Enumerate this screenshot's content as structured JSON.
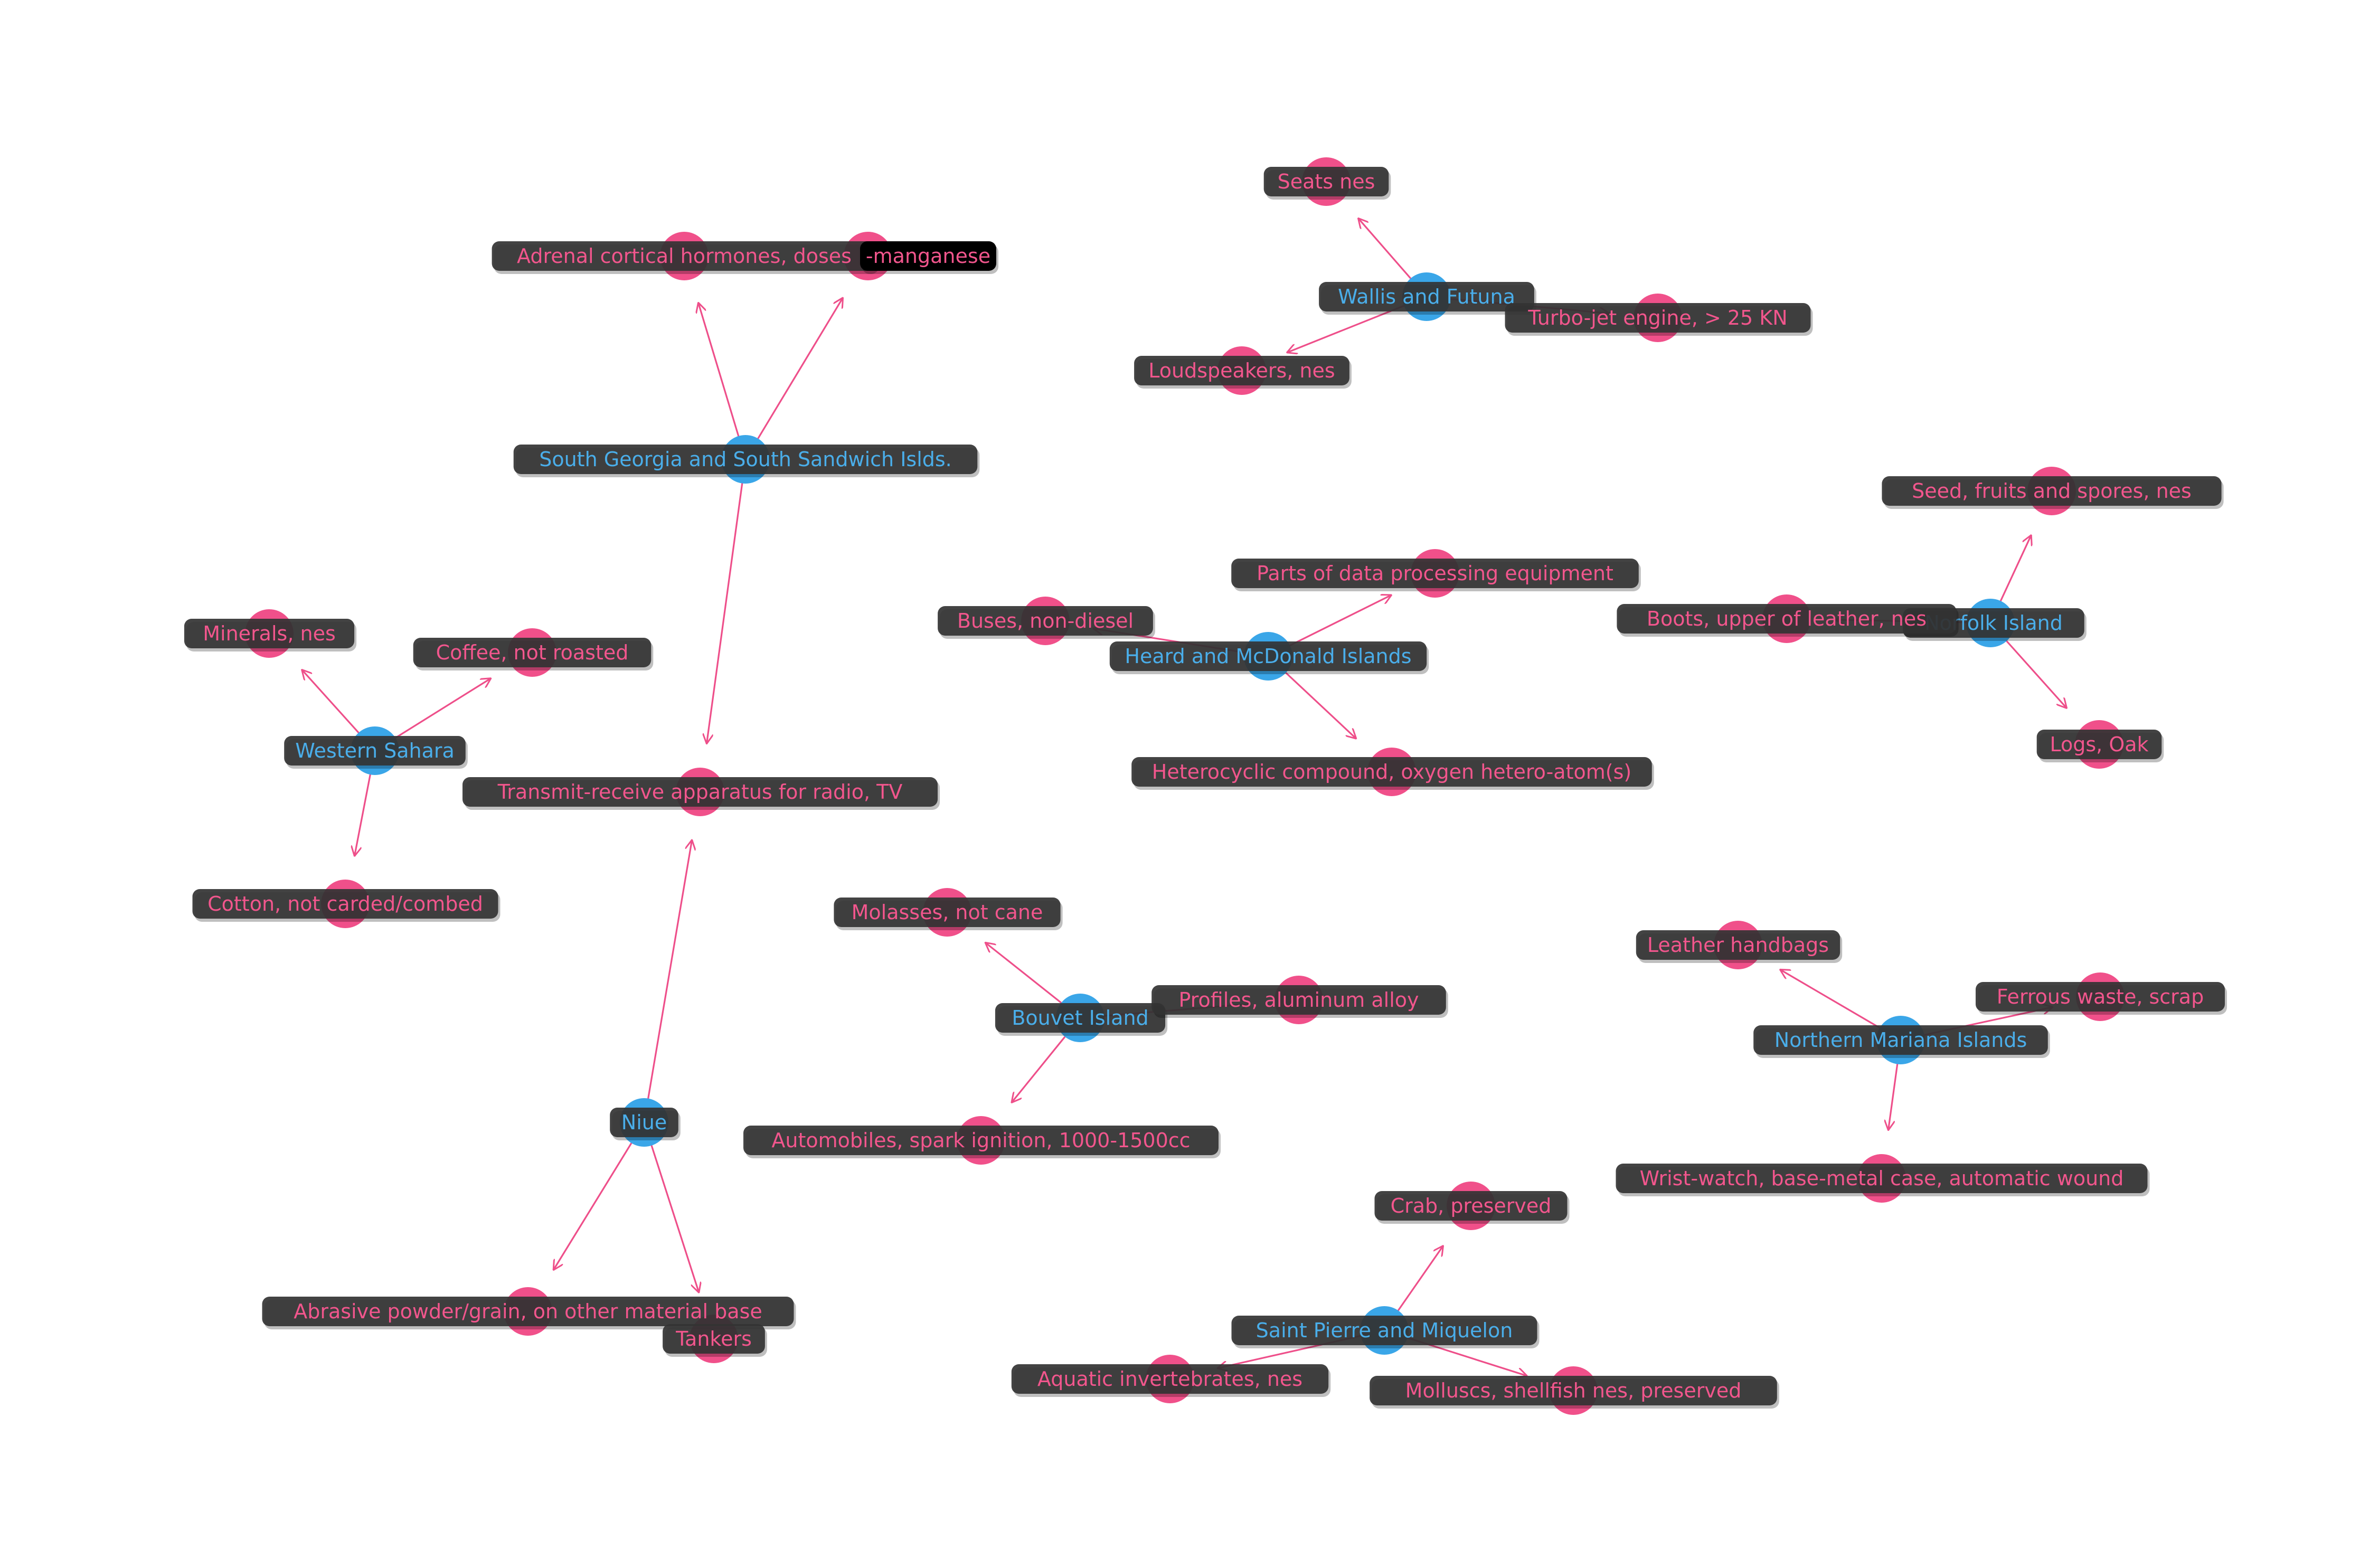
{
  "colors": {
    "country_node": "#3aa6e8",
    "product_node": "#f0508a",
    "edge": "#ee4f8a",
    "label_bg": "#333333",
    "country_text": "#4aaeea",
    "product_text": "#f2568d"
  },
  "countries": [
    {
      "id": "sgs",
      "label": "South Georgia and South Sandwich Islds."
    },
    {
      "id": "wf",
      "label": "Wallis and Futuna"
    },
    {
      "id": "nf",
      "label": "Norfolk Island"
    },
    {
      "id": "hm",
      "label": "Heard and McDonald Islands"
    },
    {
      "id": "eh",
      "label": "Western Sahara"
    },
    {
      "id": "bv",
      "label": "Bouvet Island"
    },
    {
      "id": "mp",
      "label": "Northern Mariana Islands"
    },
    {
      "id": "nu",
      "label": "Niue"
    },
    {
      "id": "pm",
      "label": "Saint Pierre and Miquelon"
    }
  ],
  "products": [
    {
      "id": "adrenal",
      "label": "Adrenal cortical hormones, doses"
    },
    {
      "id": "mang",
      "label": "-manganese"
    },
    {
      "id": "seats",
      "label": "Seats nes"
    },
    {
      "id": "turbo",
      "label": "Turbo-jet engine, > 25 KN"
    },
    {
      "id": "loud",
      "label": "Loudspeakers, nes"
    },
    {
      "id": "seed",
      "label": "Seed, fruits and spores, nes"
    },
    {
      "id": "boots",
      "label": "Boots, upper of leather, nes"
    },
    {
      "id": "logs",
      "label": "Logs, Oak"
    },
    {
      "id": "parts",
      "label": "Parts of data processing equipment"
    },
    {
      "id": "buses",
      "label": "Buses, non-diesel"
    },
    {
      "id": "hetero",
      "label": "Heterocyclic compound, oxygen hetero-atom(s)"
    },
    {
      "id": "minerals",
      "label": "Minerals, nes"
    },
    {
      "id": "coffee",
      "label": "Coffee, not roasted"
    },
    {
      "id": "cotton",
      "label": "Cotton, not carded/combed"
    },
    {
      "id": "transmit",
      "label": "Transmit-receive apparatus for radio, TV"
    },
    {
      "id": "molasses",
      "label": "Molasses, not cane"
    },
    {
      "id": "profiles",
      "label": "Profiles, aluminum alloy"
    },
    {
      "id": "autos",
      "label": "Automobiles, spark ignition, 1000-1500cc"
    },
    {
      "id": "handbags",
      "label": "Leather handbags"
    },
    {
      "id": "ferrous",
      "label": "Ferrous waste, scrap"
    },
    {
      "id": "watch",
      "label": "Wrist-watch, base-metal case, automatic wound"
    },
    {
      "id": "abrasive",
      "label": "Abrasive powder/grain, on other material base"
    },
    {
      "id": "tankers",
      "label": "Tankers"
    },
    {
      "id": "crab",
      "label": "Crab, preserved"
    },
    {
      "id": "aquatic",
      "label": "Aquatic invertebrates, nes"
    },
    {
      "id": "molluscs",
      "label": "Molluscs, shellfish nes, preserved"
    }
  ],
  "edges": [
    {
      "from": "sgs",
      "to": "adrenal"
    },
    {
      "from": "sgs",
      "to": "mang"
    },
    {
      "from": "sgs",
      "to": "transmit"
    },
    {
      "from": "wf",
      "to": "seats"
    },
    {
      "from": "wf",
      "to": "turbo"
    },
    {
      "from": "wf",
      "to": "loud"
    },
    {
      "from": "nf",
      "to": "seed"
    },
    {
      "from": "nf",
      "to": "boots"
    },
    {
      "from": "nf",
      "to": "logs"
    },
    {
      "from": "hm",
      "to": "parts"
    },
    {
      "from": "hm",
      "to": "buses"
    },
    {
      "from": "hm",
      "to": "hetero"
    },
    {
      "from": "eh",
      "to": "minerals"
    },
    {
      "from": "eh",
      "to": "coffee"
    },
    {
      "from": "eh",
      "to": "cotton"
    },
    {
      "from": "bv",
      "to": "molasses"
    },
    {
      "from": "bv",
      "to": "profiles"
    },
    {
      "from": "bv",
      "to": "autos"
    },
    {
      "from": "mp",
      "to": "handbags"
    },
    {
      "from": "mp",
      "to": "ferrous"
    },
    {
      "from": "mp",
      "to": "watch"
    },
    {
      "from": "nu",
      "to": "transmit"
    },
    {
      "from": "nu",
      "to": "abrasive"
    },
    {
      "from": "nu",
      "to": "tankers"
    },
    {
      "from": "pm",
      "to": "crab"
    },
    {
      "from": "pm",
      "to": "aquatic"
    },
    {
      "from": "pm",
      "to": "molluscs"
    }
  ]
}
